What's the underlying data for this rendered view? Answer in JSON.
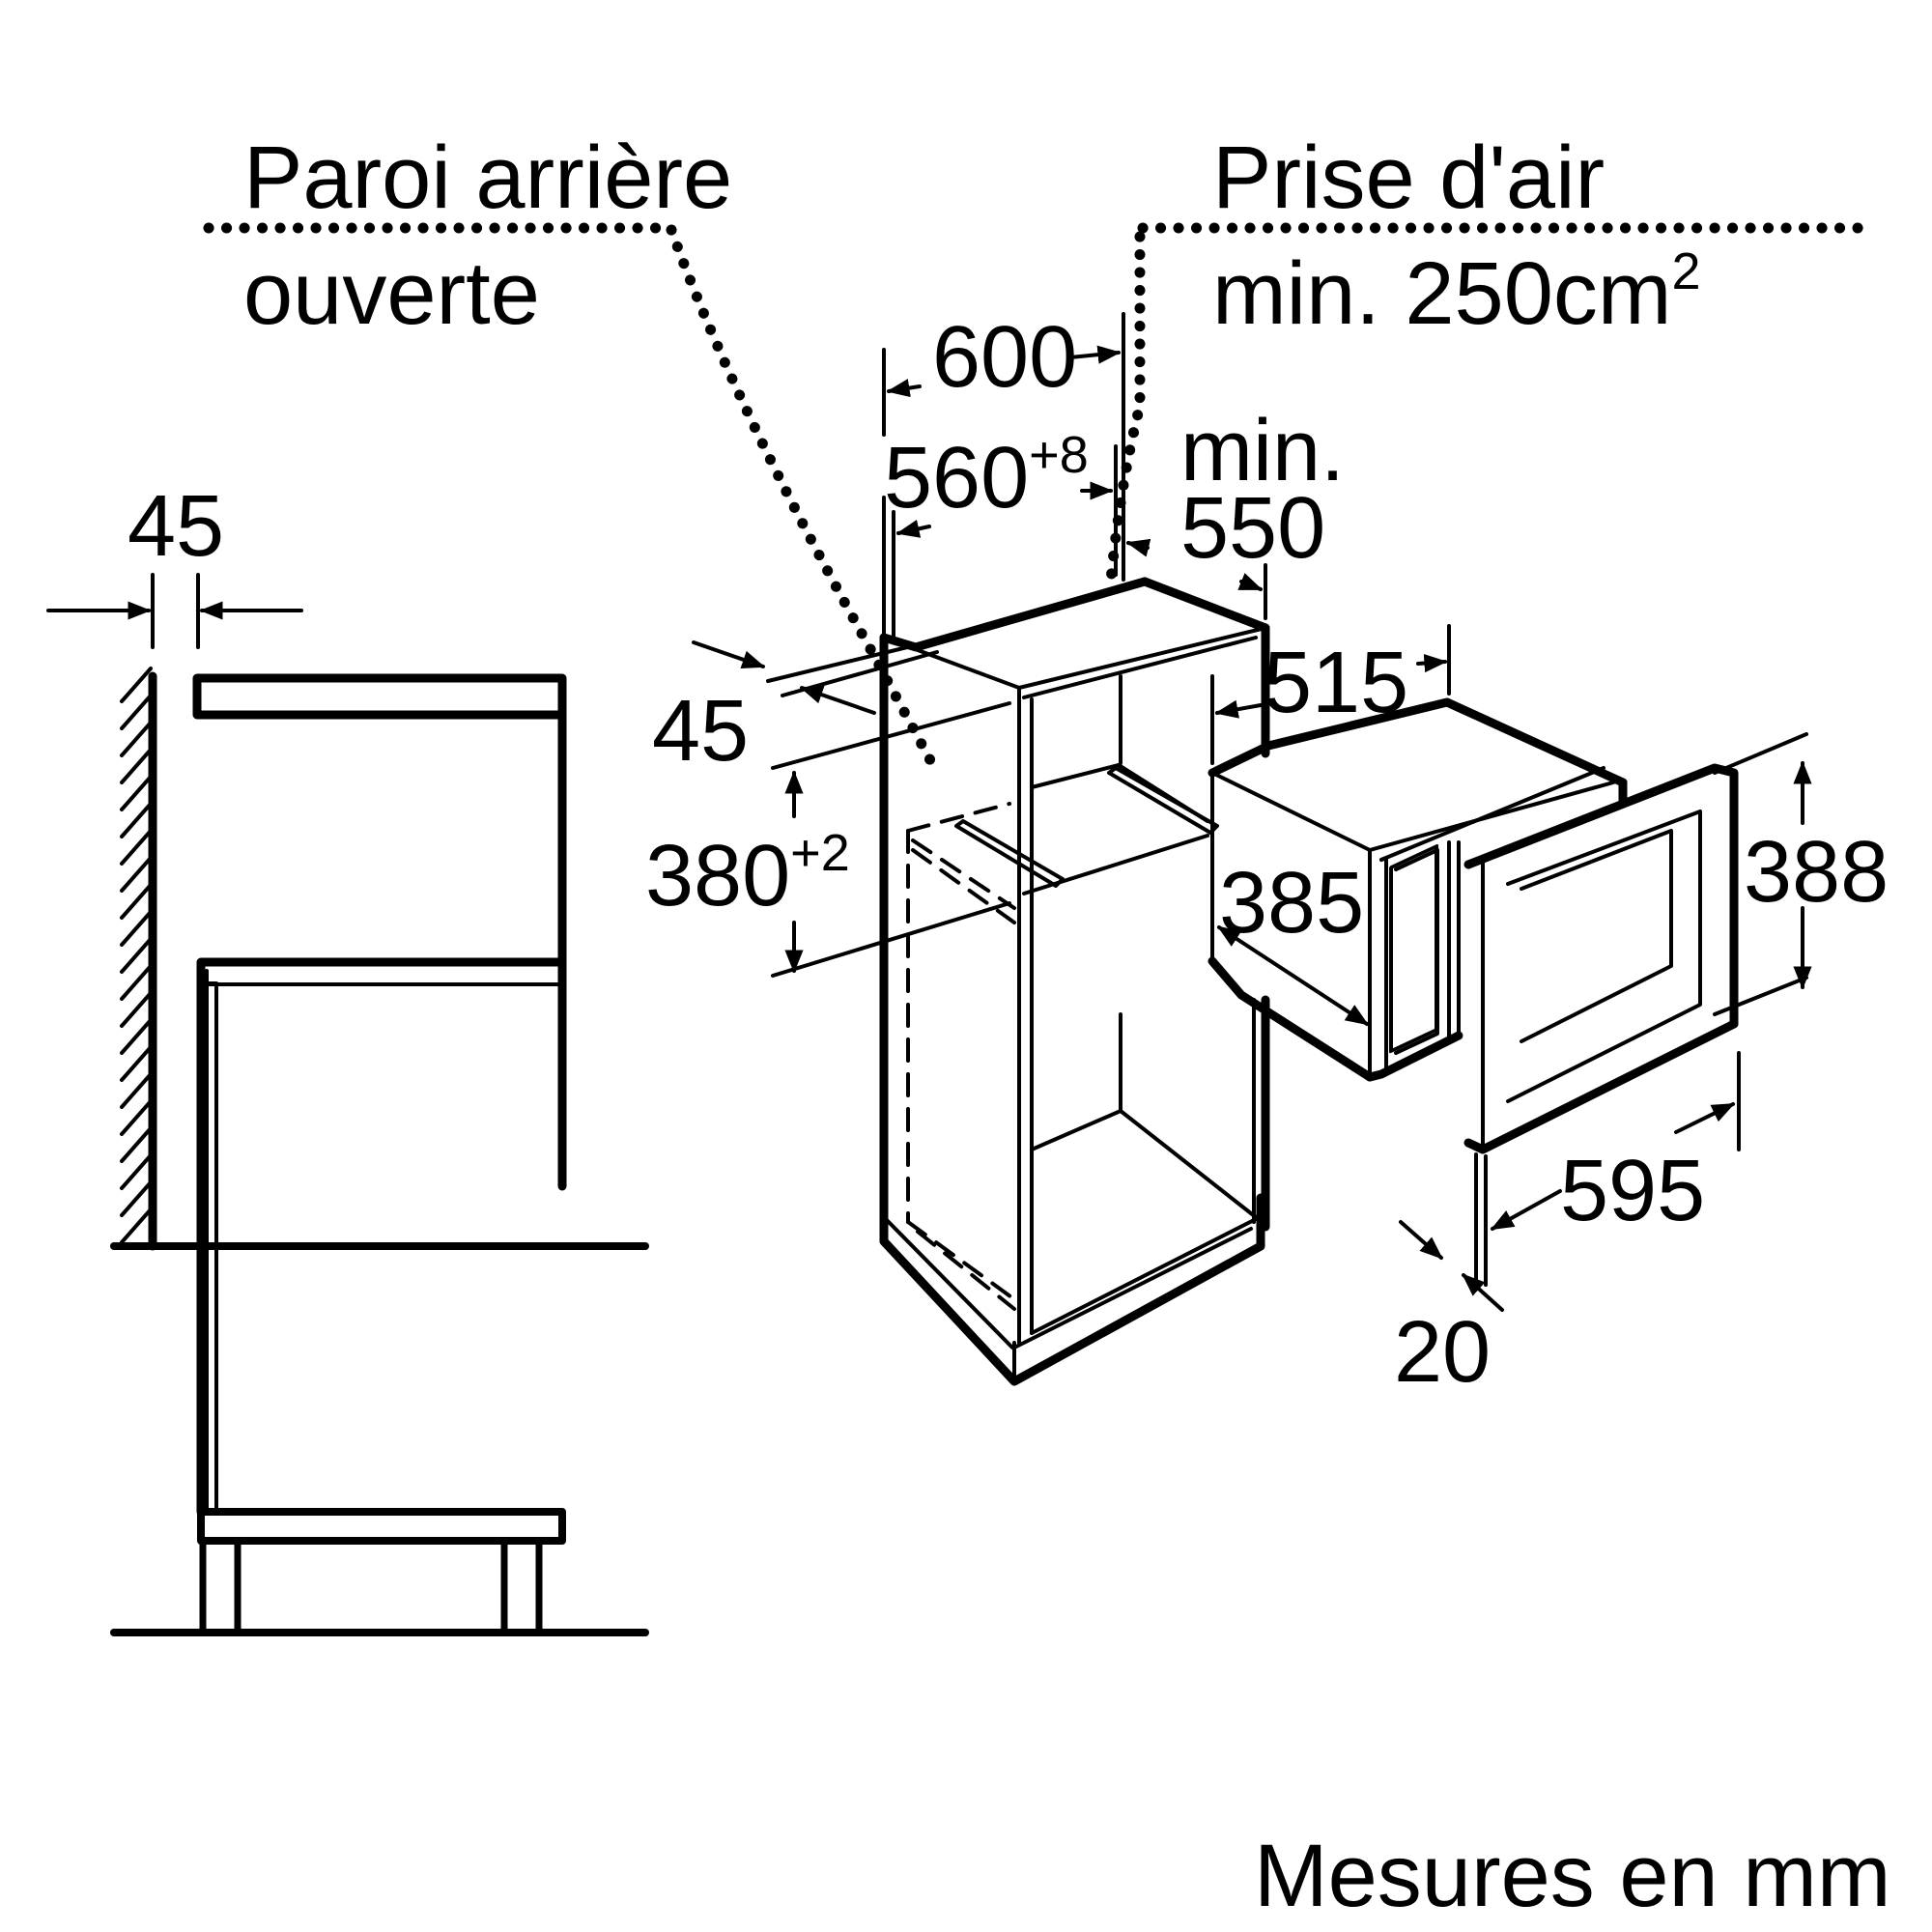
{
  "colors": {
    "ink": "#000000",
    "background": "#ffffff"
  },
  "labels": {
    "rear_wall_line1": "Paroi arrière",
    "rear_wall_line2": "ouverte",
    "air_intake_line1": "Prise d'air",
    "air_intake_line2_prefix": "min. 250cm",
    "air_intake_line2_sup": "2",
    "footer": "Mesures en mm"
  },
  "dimensions": {
    "side_gap": "45",
    "front_gap": "45",
    "cabinet_width": "600",
    "niche_width": "560",
    "niche_width_tol": "+8",
    "niche_depth_prefix": "min.",
    "niche_depth": "550",
    "niche_height": "380",
    "niche_height_tol": "+2",
    "appliance_depth": "515",
    "appliance_body_height": "385",
    "frame_height": "388",
    "frame_width": "595",
    "frame_thickness": "20"
  }
}
